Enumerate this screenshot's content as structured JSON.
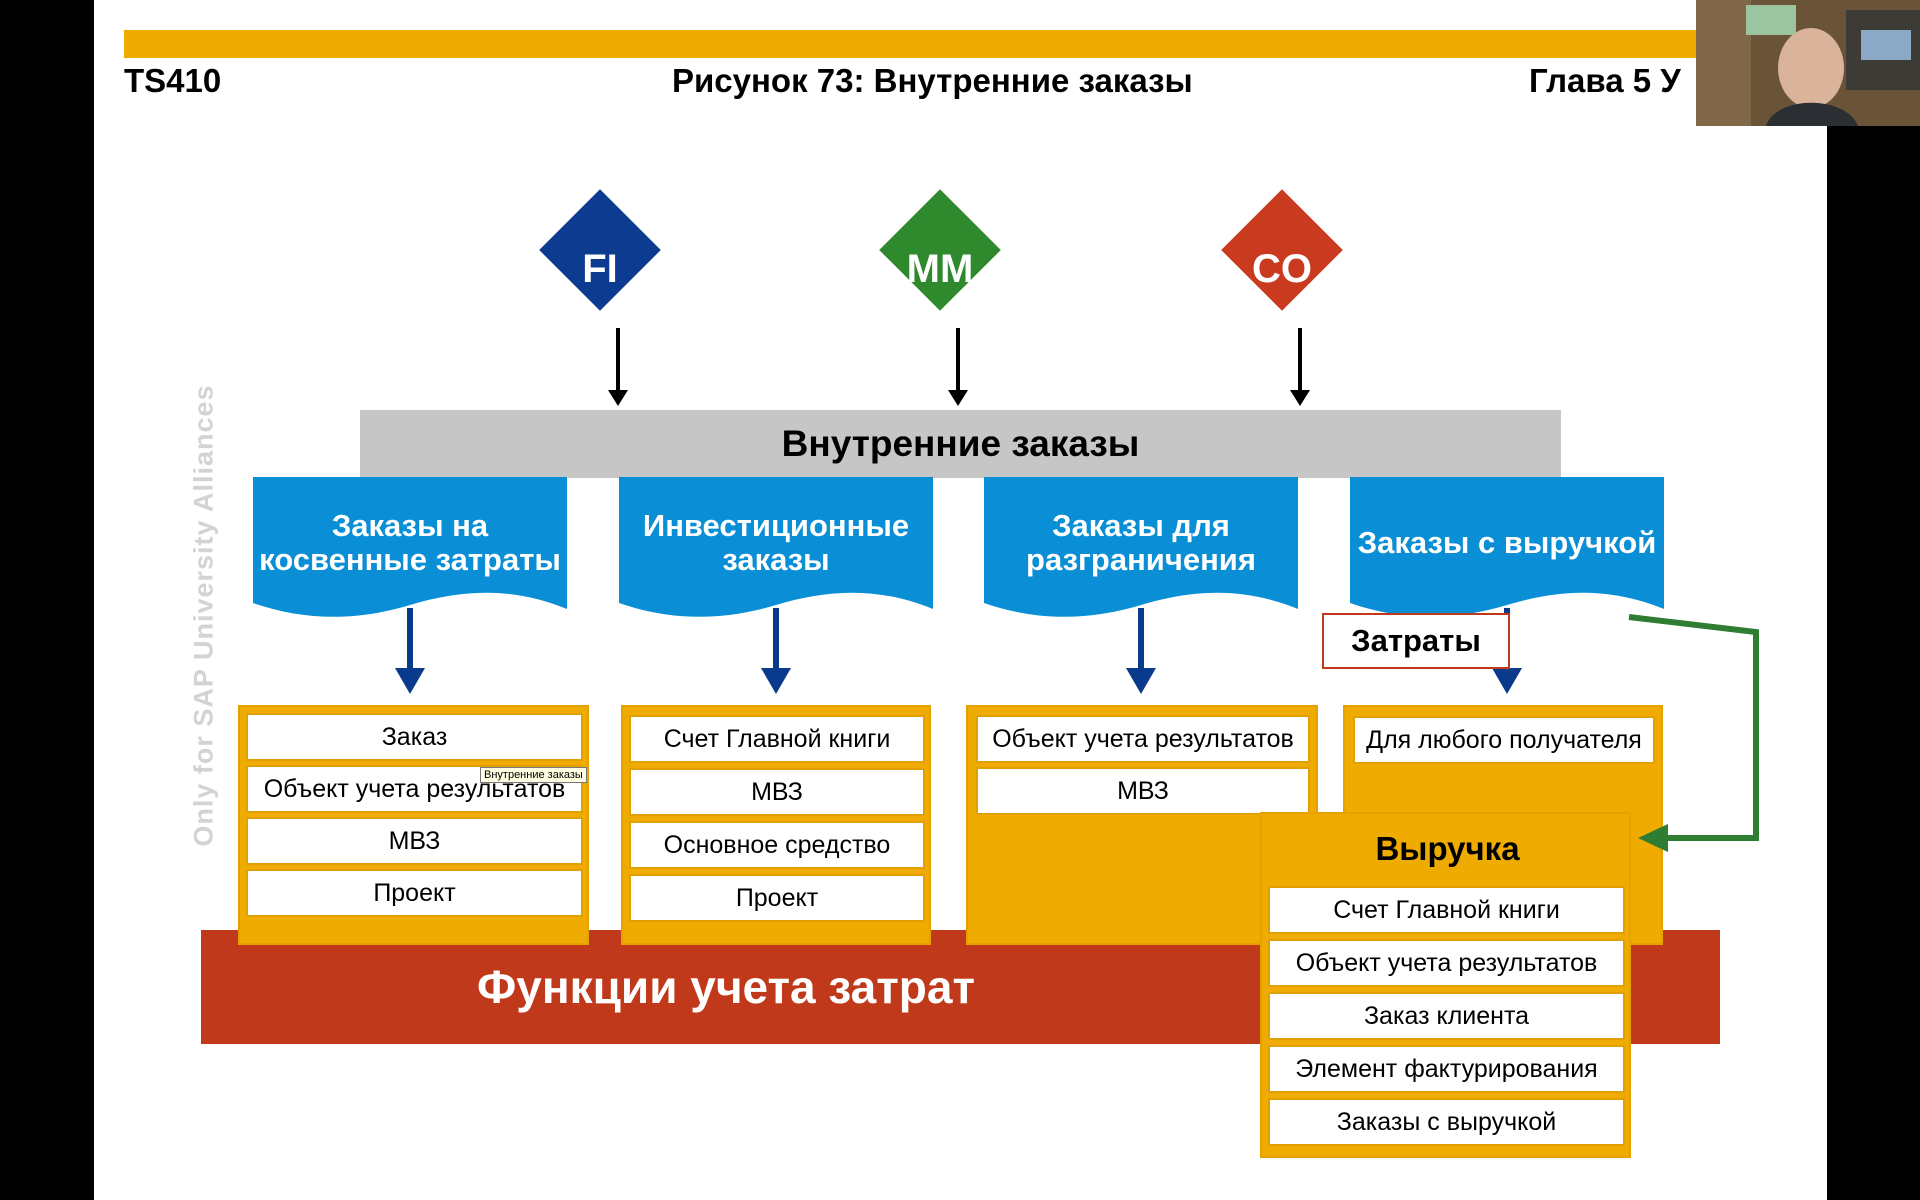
{
  "header": {
    "left": "TS410",
    "center": "Рисунок 73: Внутренние заказы",
    "right": "Глава 5 У"
  },
  "watermark": "Only for SAP University Alliances",
  "modules": [
    {
      "label": "FI",
      "color": "#0d3b8f"
    },
    {
      "label": "MM",
      "color": "#2f8a2d"
    },
    {
      "label": "CO",
      "color": "#c93a1e"
    }
  ],
  "banner": "Внутренние заказы",
  "order_types": [
    {
      "label": "Заказы на косвенные затраты",
      "items": [
        "Заказ",
        "Объект учета результатов",
        "МВЗ",
        "Проект"
      ]
    },
    {
      "label": "Инвестиционные заказы",
      "items": [
        "Счет Главной книги",
        "МВЗ",
        "Основное средство",
        "Проект"
      ]
    },
    {
      "label": "Заказы для разграничения",
      "items": [
        "Объект учета результатов",
        "МВЗ"
      ]
    },
    {
      "label": "Заказы с выручкой",
      "items": [
        "Для любого получателя"
      ]
    }
  ],
  "costs_label": "Затраты",
  "revenue": {
    "title": "Выручка",
    "items": [
      "Счет Главной книги",
      "Объект учета результатов",
      "Заказ клиента",
      "Элемент фактурирования",
      "Заказы с выручкой"
    ]
  },
  "cost_functions": "Функции учета затрат",
  "tooltip": "Внутренние заказы",
  "colors": {
    "accent_yellow": "#f0ab00",
    "flag_blue": "#0a8fd6",
    "cost_red": "#c0391b",
    "arrow_blue": "#0a3a8c",
    "arrow_green": "#2e7d32"
  }
}
